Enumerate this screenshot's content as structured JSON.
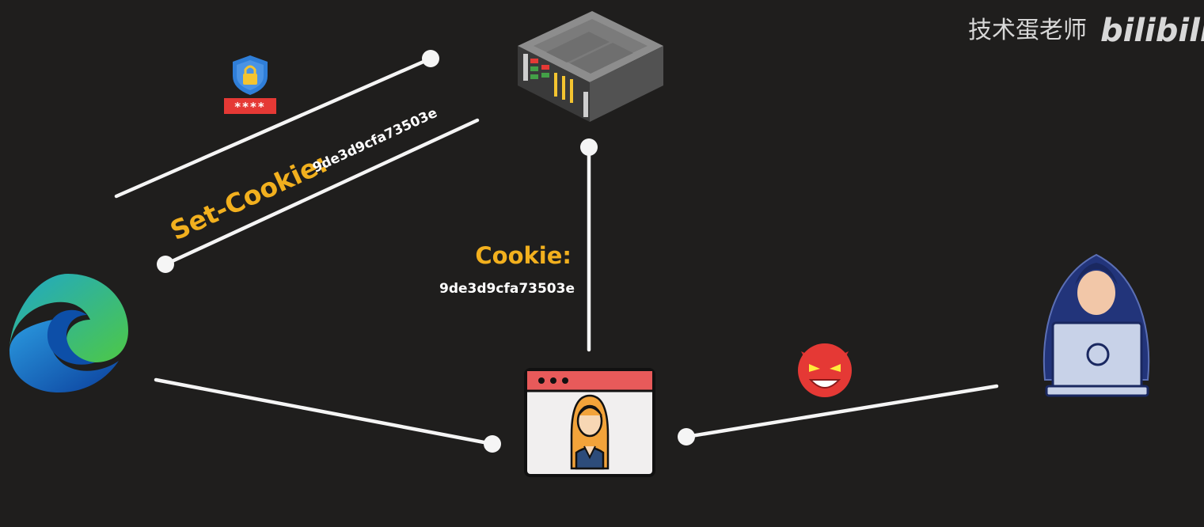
{
  "watermark": {
    "channel": "技术蛋老师",
    "logo": "bilibili"
  },
  "response_label": {
    "header": "Set-Cookie:",
    "value": "9de3d9cfa73503e"
  },
  "request_label": {
    "header": "Cookie:",
    "value": "9de3d9cfa73503e"
  },
  "lock_badge": {
    "masked_password": "****"
  },
  "colors": {
    "background": "#1f1e1d",
    "accent": "#f2b01e",
    "line": "#f5f5f5",
    "danger": "#e53935",
    "hacker": "#22347a"
  },
  "icons": {
    "browser": "edge-browser-icon",
    "server": "server-rack-icon",
    "website": "website-window-icon",
    "devil": "devil-emoji-icon",
    "attacker": "hooded-hacker-icon",
    "lock": "lock-shield-icon"
  }
}
